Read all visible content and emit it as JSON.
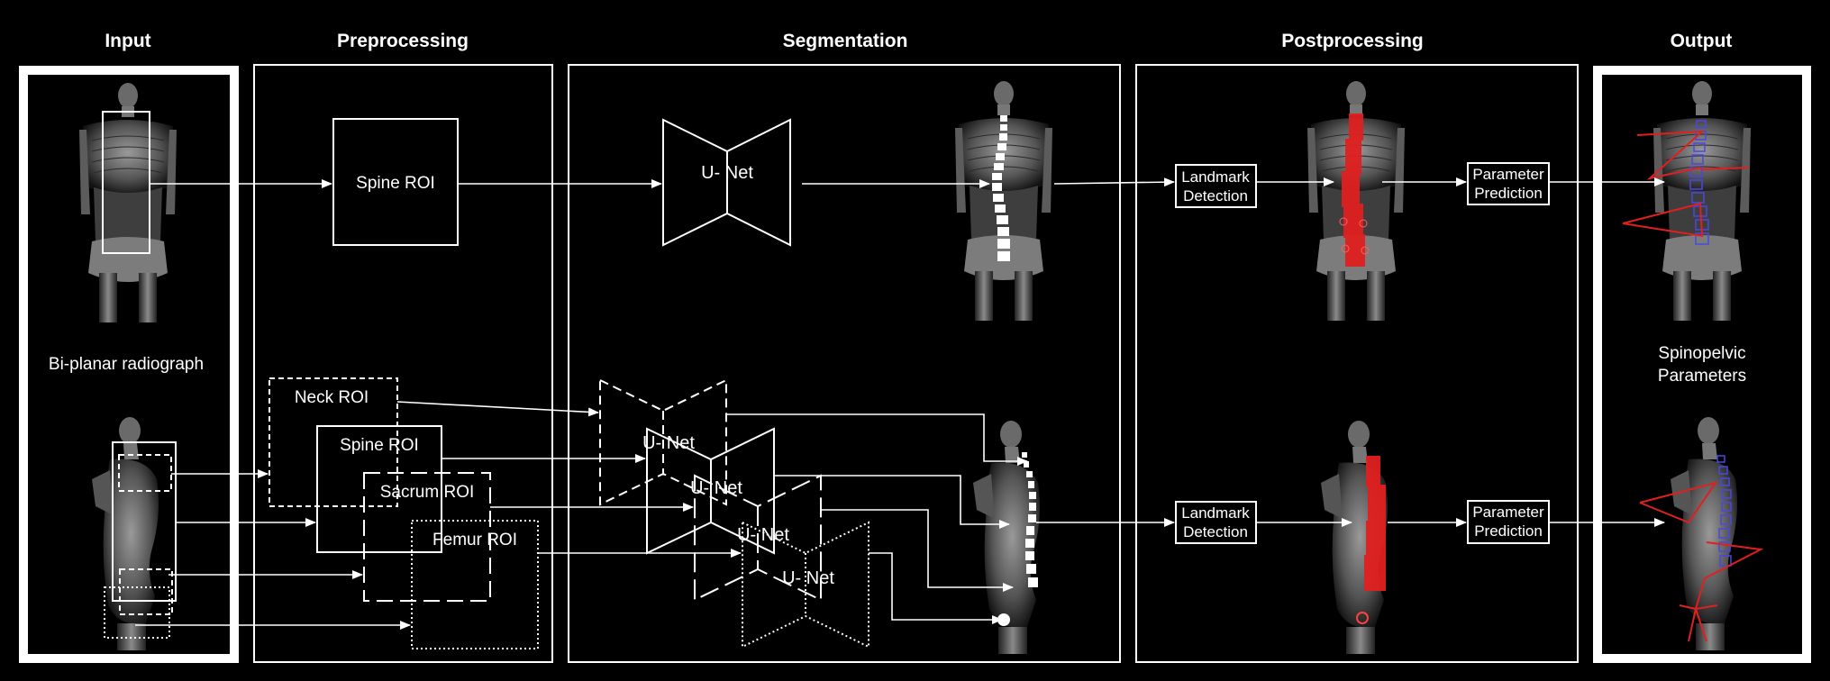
{
  "headers": {
    "input": "Input",
    "preprocessing": "Preprocessing",
    "segmentation": "Segmentation",
    "postprocessing": "Postprocessing",
    "output": "Output"
  },
  "input": {
    "caption": "Bi-planar radiograph"
  },
  "preprocessing": {
    "spine_roi": "Spine ROI",
    "neck_roi": "Neck ROI",
    "lateral_spine_roi": "Spine ROI",
    "sacrum_roi": "Sacrum ROI",
    "femur_roi": "Femur ROI"
  },
  "segmentation": {
    "unet_frontal": "U- Net",
    "unet_lateral_1": "U- Net",
    "unet_lateral_2": "U- Net",
    "unet_lateral_3": "U- Net",
    "unet_lateral_4": "U- Net"
  },
  "postprocessing": {
    "landmark_frontal_line1": "Landmark",
    "landmark_frontal_line2": "Detection",
    "parameter_frontal_line1": "Parameter",
    "parameter_frontal_line2": "Prediction",
    "landmark_lateral_line1": "Landmark",
    "landmark_lateral_line2": "Detection",
    "parameter_lateral_line1": "Parameter",
    "parameter_lateral_line2": "Prediction"
  },
  "output": {
    "caption_line1": "Spinopelvic",
    "caption_line2": "Parameters"
  },
  "colors": {
    "background": "#000000",
    "stroke": "#ffffff",
    "landmark": "#e02020",
    "vertebra_box": "#4040d8"
  }
}
